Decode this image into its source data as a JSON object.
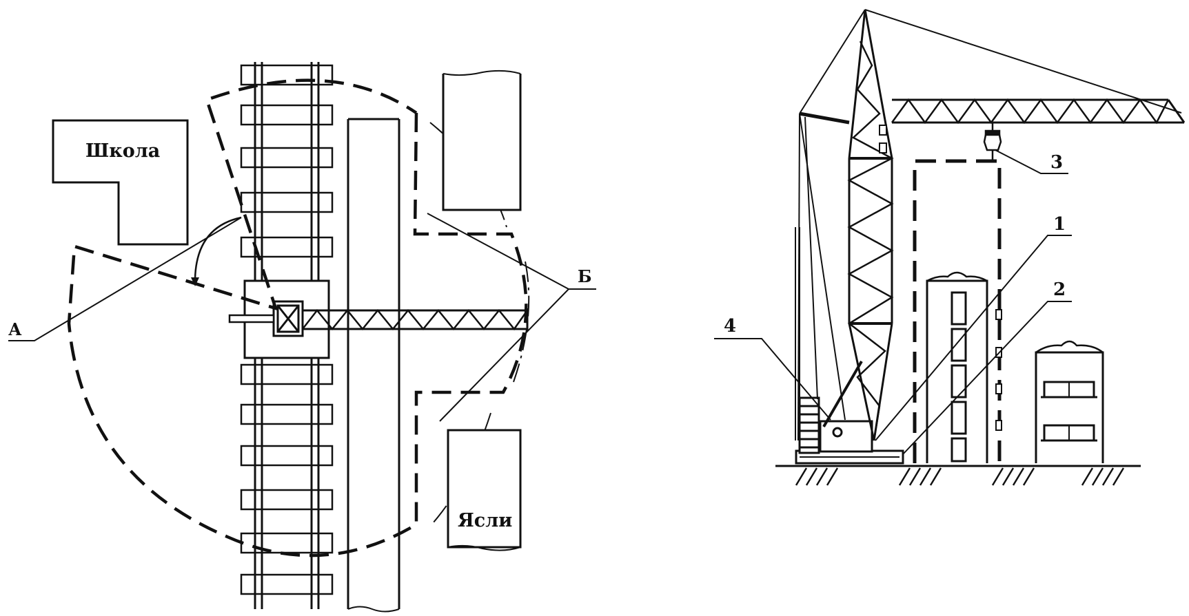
{
  "plan": {
    "buildings": {
      "school": "Школа",
      "nursery": "Ясли"
    },
    "markers": {
      "a": "А",
      "b": "Б"
    }
  },
  "elevation": {
    "callouts": {
      "c1": "1",
      "c2": "2",
      "c3": "3",
      "c4": "4"
    }
  },
  "colors": {
    "ink": "#111111",
    "background": "#ffffff"
  }
}
